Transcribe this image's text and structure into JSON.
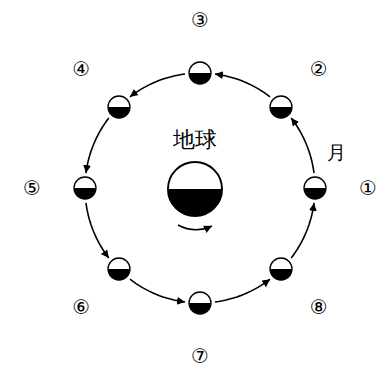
{
  "diagram": {
    "nodes": [
      {
        "text": [
          "地球"
        ]
      },
      {
        "text": [
          "①"
        ]
      },
      {
        "text": [
          "②"
        ]
      },
      {
        "text": [
          "③"
        ]
      },
      {
        "text": [
          "④"
        ]
      },
      {
        "text": [
          "⑤"
        ]
      },
      {
        "text": [
          "⑥"
        ]
      },
      {
        "text": [
          "⑦"
        ]
      },
      {
        "text": [
          "⑧"
        ]
      }
    ],
    "edges": [
      {
        "from": 1,
        "to": 2,
        "arrow": "to"
      },
      {
        "from": 2,
        "to": 3,
        "arrow": "to"
      },
      {
        "from": 3,
        "to": 4,
        "arrow": "to"
      },
      {
        "from": 4,
        "to": 5,
        "arrow": "to"
      },
      {
        "from": 5,
        "to": 6,
        "arrow": "to"
      },
      {
        "from": 6,
        "to": 7,
        "arrow": "to"
      },
      {
        "from": 7,
        "to": 8,
        "arrow": "to"
      },
      {
        "from": 8,
        "to": 1,
        "arrow": "to"
      }
    ],
    "labels": [
      "月"
    ]
  }
}
